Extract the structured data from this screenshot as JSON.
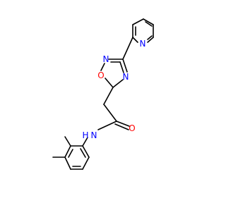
{
  "molecule": {
    "atom_labels": {
      "pyridine_n": "N",
      "oxadiazole_o": "O",
      "oxadiazole_n2": "N",
      "oxadiazole_n4": "N",
      "carbonyl_o": "O",
      "amide_n": "N",
      "amide_h": "H"
    },
    "colors": {
      "bond": "#000000",
      "nitrogen": "#0000FF",
      "oxygen": "#FF0000",
      "background": "#FFFFFF"
    }
  }
}
